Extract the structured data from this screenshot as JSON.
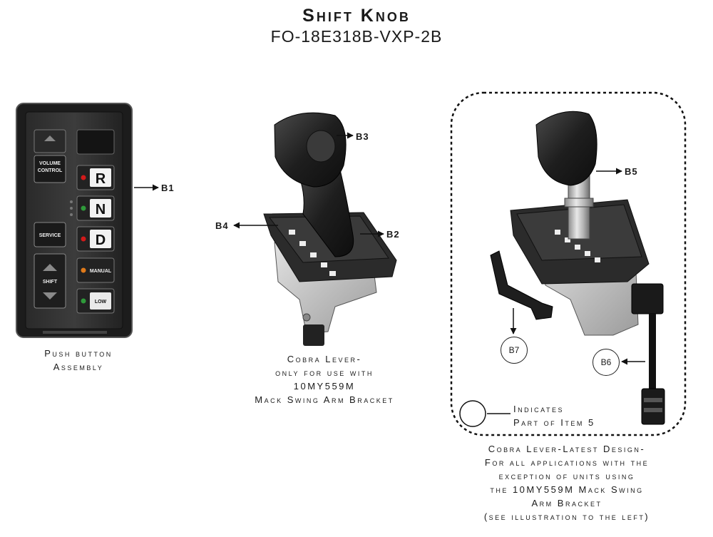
{
  "header": {
    "title": "Shift Knob",
    "part_number": "FO-18E318B-VXP-2B"
  },
  "push_button_assembly": {
    "buttons": {
      "volume_control": "VOLUME CONTROL",
      "r": "R",
      "n": "N",
      "d": "D",
      "service": "SERVICE",
      "shift": "SHIFT",
      "manual": "MANUAL",
      "low": "LOW"
    },
    "caption_line1": "Push button",
    "caption_line2": "Assembly"
  },
  "callouts": {
    "b1": "B1",
    "b2": "B2",
    "b3": "B3",
    "b4": "B4",
    "b5": "B5",
    "b6": "B6",
    "b7": "B7"
  },
  "cobra_lever": {
    "caption_lines": [
      "Cobra Lever-",
      "only for use with",
      "10MY559M",
      "Mack Swing Arm Bracket"
    ]
  },
  "latest_design": {
    "legend_line1": "Indicates",
    "legend_line2": "Part of Item 5",
    "caption_lines": [
      "Cobra Lever-Latest Design-",
      "For all applications with the",
      "exception of units using",
      "the 10MY559M Mack Swing",
      "Arm Bracket",
      "(see illustration to the left)"
    ]
  }
}
